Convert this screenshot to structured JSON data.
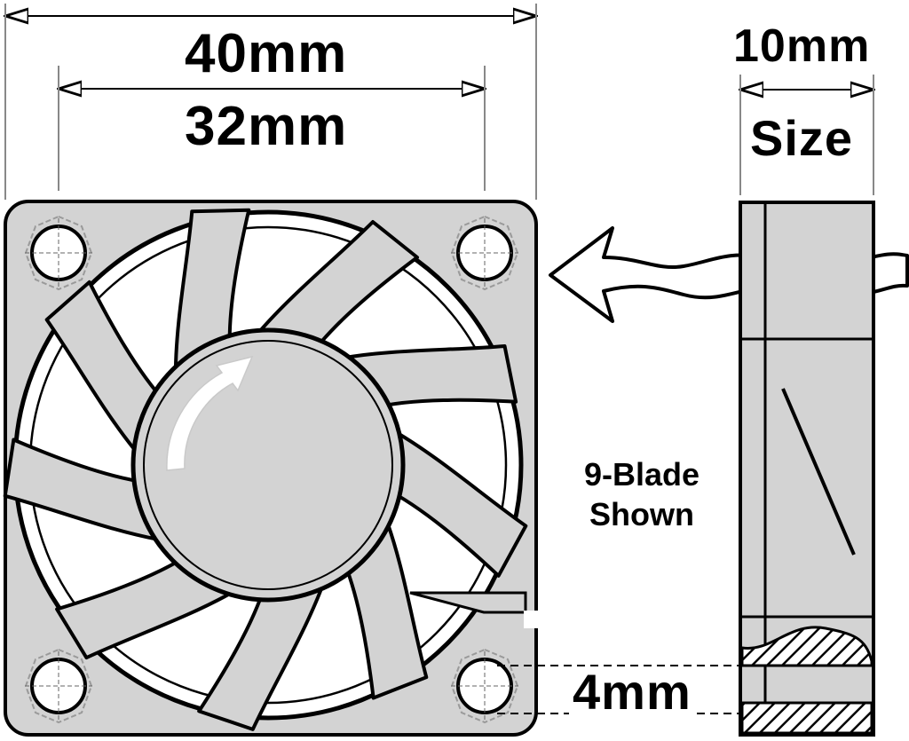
{
  "dimensions": {
    "outer_width": "40mm",
    "hole_spacing": "32mm",
    "thickness": "10mm",
    "thickness_caption": "Size",
    "flange": "4mm"
  },
  "caption": {
    "line1": "9-Blade",
    "line2": "Shown"
  },
  "colors": {
    "fan_body": "#d3d3d3",
    "stroke": "#000000",
    "screw_outline": "#9a9a9a"
  },
  "icons": [
    "airflow-arrow-icon",
    "rotation-arrow-icon"
  ]
}
